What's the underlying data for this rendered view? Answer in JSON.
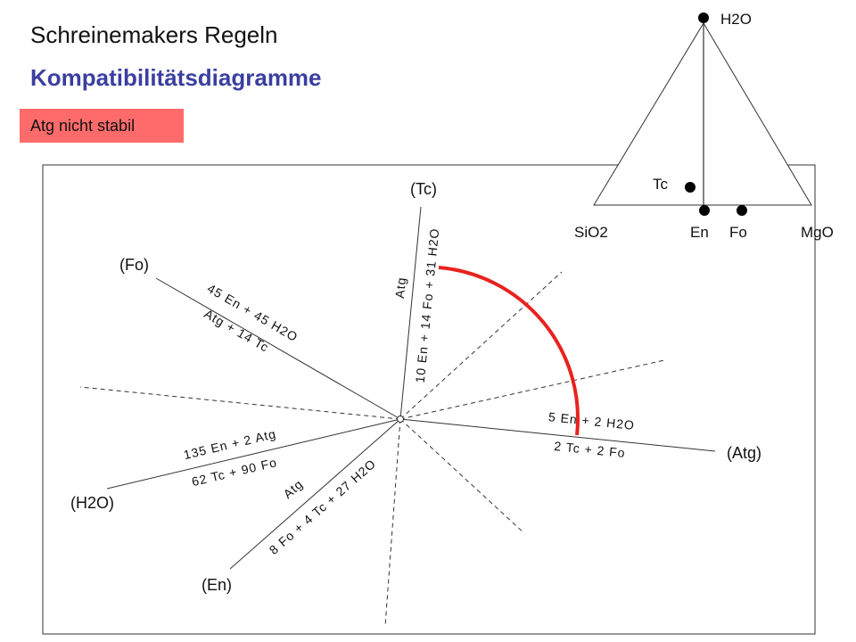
{
  "header": {
    "title": "Schreinemakers Regeln",
    "subtitle": "Kompatibilitätsdiagramme",
    "badge": "Atg nicht stabil"
  },
  "triangle": {
    "apex_top": "H2O",
    "apex_left": "SiO2",
    "apex_right": "MgO",
    "points": [
      "Tc",
      "En",
      "Fo"
    ]
  },
  "reactions": {
    "tc_label": "(Tc)",
    "fo_label": "(Fo)",
    "h2o_label": "(H2O)",
    "en_label": "(En)",
    "atg_label": "(Atg)",
    "tc_side_a": "Atg",
    "tc_side_b": "10 En + 14 Fo + 31 H2O",
    "fo_side_a": "45 En + 45 H2O",
    "fo_side_b": "Atg + 14 Tc",
    "h2o_side_a": "135 En + 2 Atg",
    "h2o_side_b": "62 Tc + 90 Fo",
    "en_side_a": "Atg",
    "en_side_b": "8 Fo + 4 Tc + 27 H2O",
    "atg_side_a": "5 En + 2 H2O",
    "atg_side_b": "2 Tc + 2 Fo"
  },
  "colors": {
    "accent_red": "#e8221e",
    "badge_bg": "#ff6b6b",
    "subtitle": "#3b3fa0",
    "line": "#333333"
  }
}
